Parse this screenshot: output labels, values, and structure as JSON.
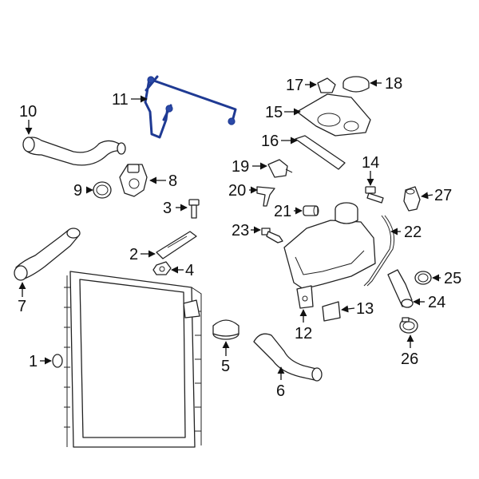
{
  "callouts": {
    "c1": "1",
    "c2": "2",
    "c3": "3",
    "c4": "4",
    "c5": "5",
    "c6": "6",
    "c7": "7",
    "c8": "8",
    "c9": "9",
    "c10": "10",
    "c11": "11",
    "c12": "12",
    "c13": "13",
    "c14": "14",
    "c15": "15",
    "c16": "16",
    "c17": "17",
    "c18": "18",
    "c19": "19",
    "c20": "20",
    "c21": "21",
    "c22": "22",
    "c23": "23",
    "c24": "24",
    "c25": "25",
    "c26": "26",
    "c27": "27"
  },
  "colors": {
    "highlight": "#1f3a93",
    "line": "#222222"
  }
}
